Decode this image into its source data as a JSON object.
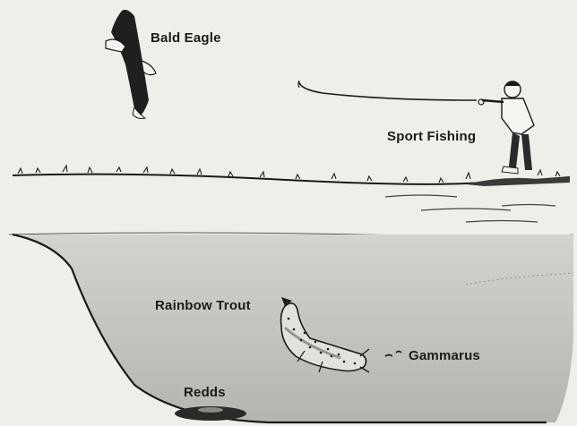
{
  "labels": {
    "bald_eagle": "Bald Eagle",
    "sport_fishing": "Sport Fishing",
    "rainbow_trout": "Rainbow Trout",
    "gammarus": "Gammarus",
    "redds": "Redds"
  },
  "colors": {
    "background": "#efefea",
    "water": "#c7c7c2",
    "water_deep": "#b9b9b3",
    "ink": "#1a1a1a"
  },
  "icons": {
    "eagle": "bald-eagle-icon",
    "angler": "angler-icon",
    "trout": "rainbow-trout-icon",
    "gammarus": "gammarus-icon",
    "redds": "redds-icon"
  }
}
